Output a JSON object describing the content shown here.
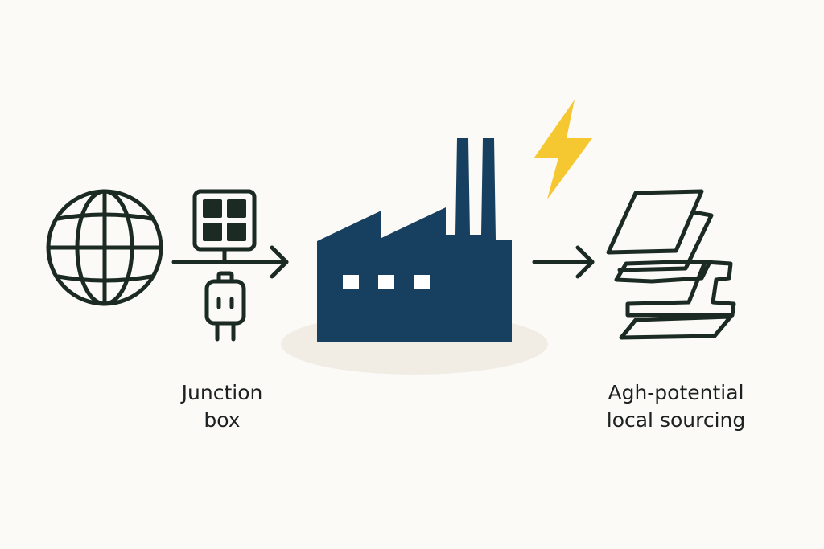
{
  "labels": {
    "junction_box": [
      "Junction",
      "box"
    ],
    "sourcing": [
      "Agh-potential",
      "local sourcing"
    ]
  },
  "colors": {
    "background": "#fbfaf6",
    "stroke": "#1b2a22",
    "factory": "#173f5f",
    "bolt": "#f5c832",
    "shadow": "#f1ede4"
  },
  "icons": [
    "globe-icon",
    "solar-panel-icon",
    "junction-box-icon",
    "arrow-right-icon",
    "factory-icon",
    "lightning-bolt-icon",
    "sheets-stack-icon"
  ]
}
